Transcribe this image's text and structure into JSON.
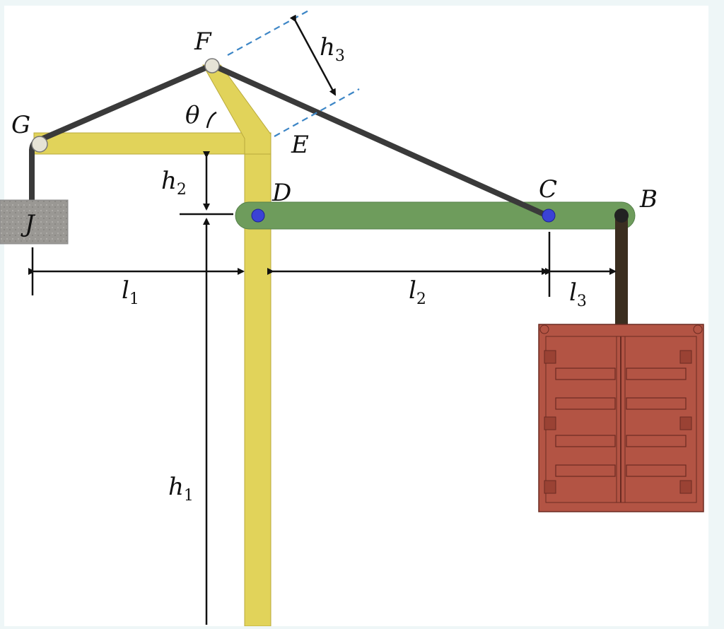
{
  "labels": {
    "F": "F",
    "G": "G",
    "E": "E",
    "D": "D",
    "C": "C",
    "B": "B",
    "J": "J",
    "theta": "θ"
  },
  "dimensions": {
    "h1": {
      "symbol": "h",
      "sub": "1"
    },
    "h2": {
      "symbol": "h",
      "sub": "2"
    },
    "h3": {
      "symbol": "h",
      "sub": "3"
    },
    "l1": {
      "symbol": "l",
      "sub": "1"
    },
    "l2": {
      "symbol": "l",
      "sub": "2"
    },
    "l3": {
      "symbol": "l",
      "sub": "3"
    }
  },
  "colors": {
    "background": "#eef6f7",
    "panel": "#ffffff",
    "mast": "#e1d35a",
    "boom": "#6e9c5c",
    "cable": "#3a3a3a",
    "pin": "#3b42d6",
    "pulley": "#e6e3d6",
    "counterweight": "#9a9894",
    "container": "#b35444",
    "dashed_line": "#3d86c6"
  }
}
